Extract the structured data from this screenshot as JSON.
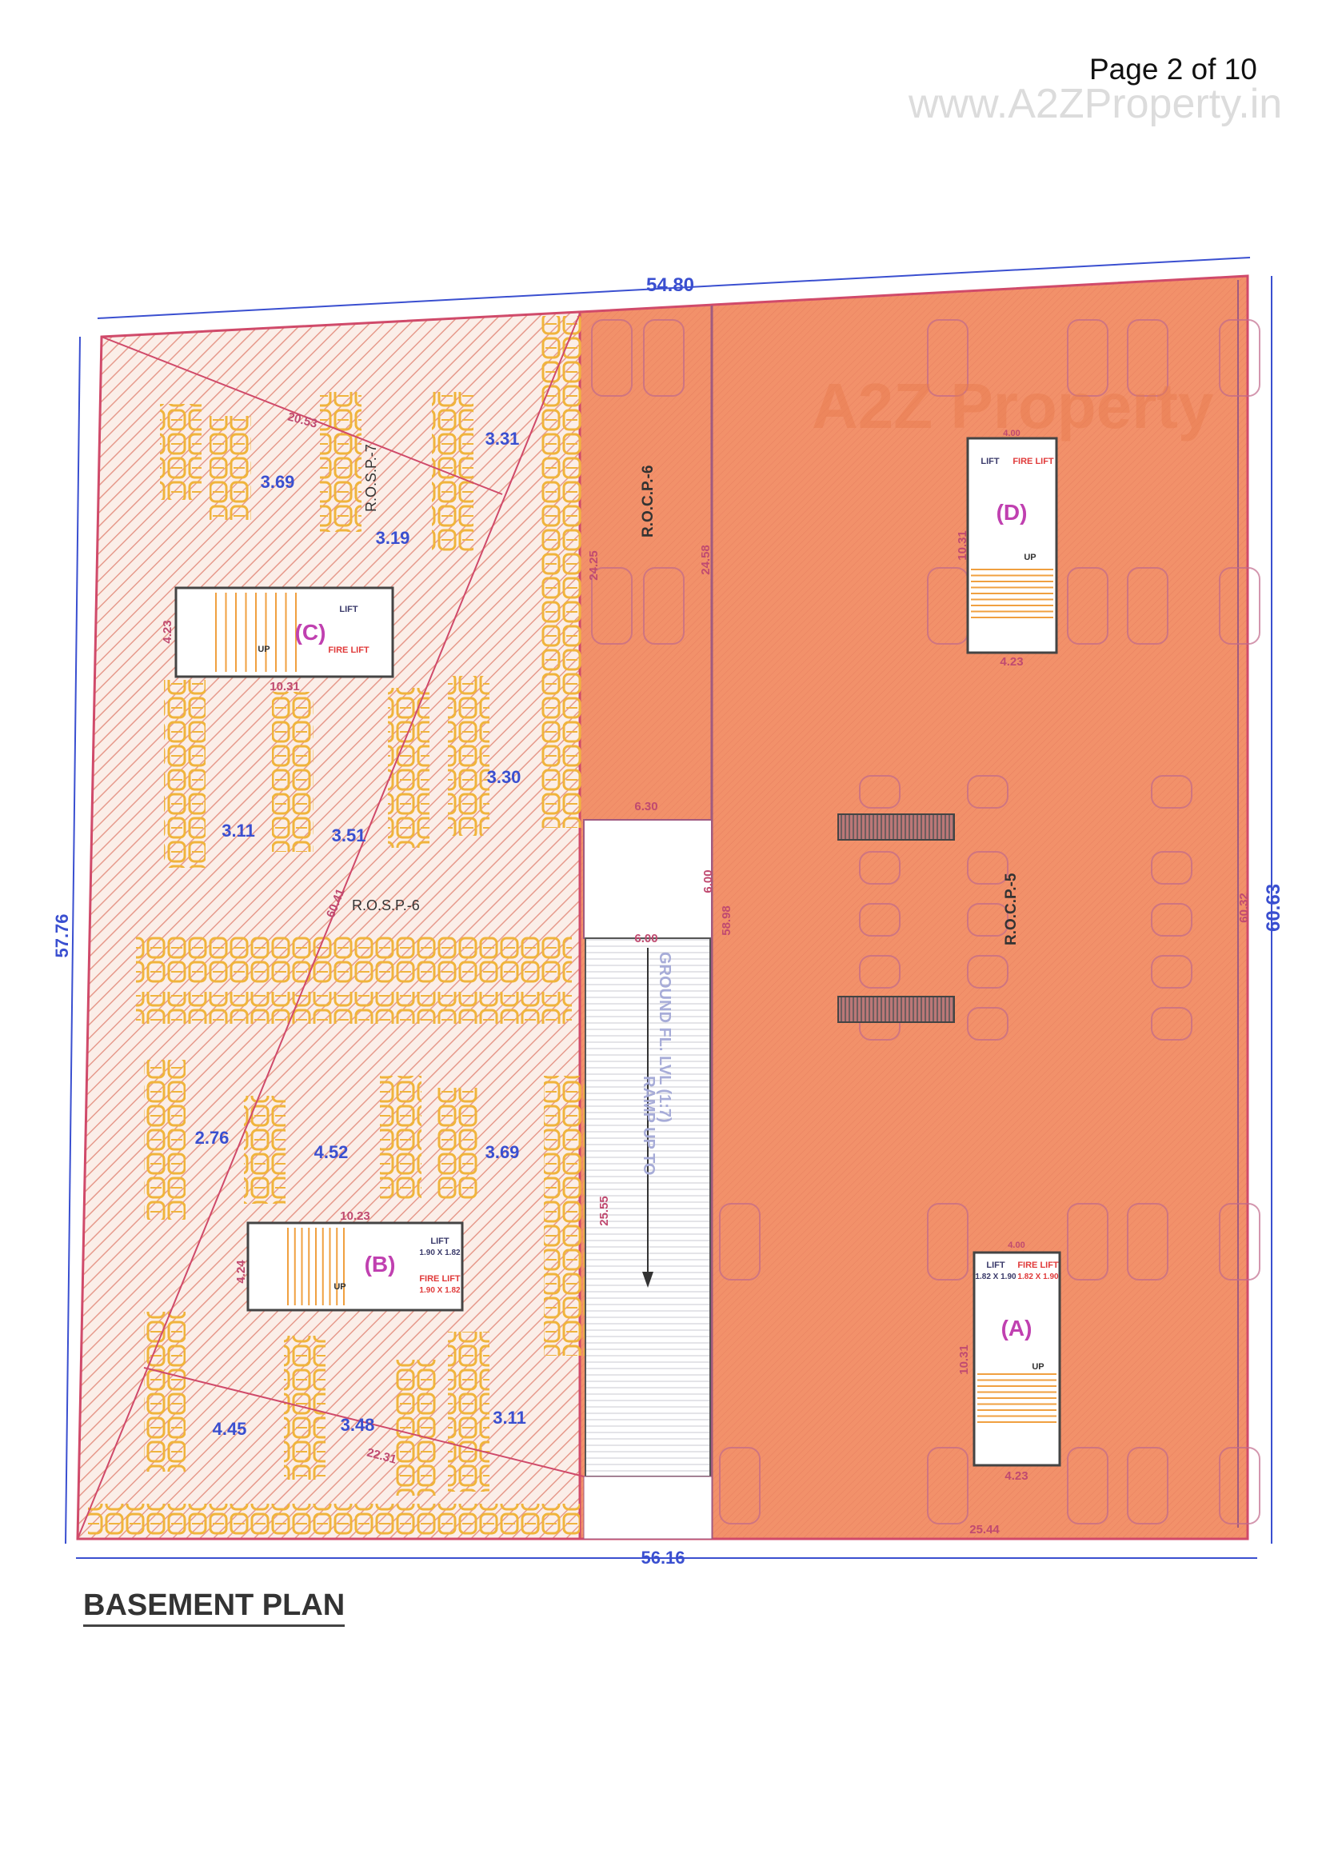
{
  "page": {
    "label": "Page 2 of 10",
    "watermark": "www.A2ZProperty.in",
    "logo_watermark": "A2Z Property"
  },
  "title": "BASEMENT PLAN",
  "colors": {
    "covered_parking": "#f2916a",
    "open_parking_hatch": "#e6867a",
    "car_icon": "#f0b43c",
    "dimension_blue": "#3a4fd0",
    "dimension_red": "#d04a6a",
    "core_label": "#c040b0",
    "fire_lift": "#e03a3a"
  },
  "zones": [
    {
      "id": "rosp7",
      "label": "R.O.S.P.-7"
    },
    {
      "id": "rosp6",
      "label": "R.O.S.P.-6"
    },
    {
      "id": "rocp6",
      "label": "R.O.C.P.-6"
    },
    {
      "id": "rocp5",
      "label": "R.O.C.P.-5"
    }
  ],
  "ramp": {
    "line1": "RAMP UP TO",
    "line2": "GROUND FL. LVL (1:7)"
  },
  "cores": [
    {
      "id": "C",
      "label": "(C)",
      "lift": "LIFT",
      "fire_lift": "FIRE LIFT",
      "lift_size": "",
      "fire_lift_size": "",
      "up": "UP"
    },
    {
      "id": "D",
      "label": "(D)",
      "lift": "LIFT",
      "fire_lift": "FIRE LIFT",
      "lift_size": "",
      "fire_lift_size": "",
      "up": "UP"
    },
    {
      "id": "B",
      "label": "(B)",
      "lift": "LIFT",
      "fire_lift": "FIRE LIFT",
      "lift_size": "1.90 X 1.82",
      "fire_lift_size": "1.90 X 1.82",
      "up": "UP"
    },
    {
      "id": "A",
      "label": "(A)",
      "lift": "LIFT",
      "fire_lift": "FIRE LIFT",
      "lift_size": "1.82 X 1.90",
      "fire_lift_size": "1.82 X 1.90",
      "up": "UP"
    }
  ],
  "dimensions": {
    "boundary": [
      "54.80",
      "56.16",
      "57.76",
      "60.63"
    ],
    "blue": [
      "3.69",
      "3.31",
      "3.19",
      "3.30",
      "3.11",
      "3.51",
      "2.76",
      "4.52",
      "3.69",
      "4.45",
      "3.48",
      "3.11"
    ],
    "red": [
      "20.53",
      "60.41",
      "22.31",
      "25.44",
      "24.25",
      "24.58",
      "58.98",
      "60.32",
      "6.30",
      "6.00",
      "6.00",
      "25.55",
      "4.23",
      "10.31",
      "10.31",
      "4.23",
      "10.23",
      "4.24",
      "10.31",
      "4.23",
      "4.00",
      "4.00"
    ]
  }
}
